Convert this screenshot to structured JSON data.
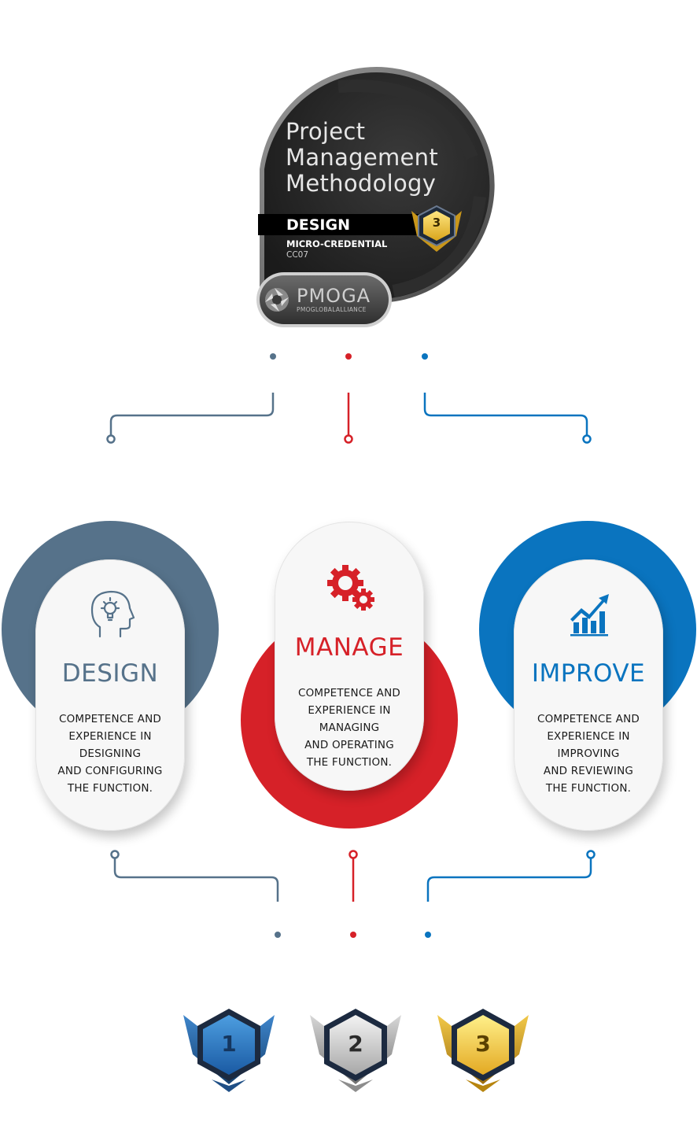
{
  "badge": {
    "title_lines": [
      "Project",
      "Management",
      "Methodology"
    ],
    "level_label": "DESIGN",
    "level_number": "3",
    "credential_type": "MICRO-CREDENTIAL",
    "code": "CC07",
    "org_name": "PMOGA",
    "org_tagline": "PMOGLOBALALLIANCE"
  },
  "colors": {
    "design": "#56728a",
    "manage": "#d62128",
    "improve": "#0a74bf"
  },
  "cards": [
    {
      "id": "design",
      "icon": "head-lightbulb-icon",
      "title": "DESIGN",
      "lines": [
        "COMPETENCE AND",
        "EXPERIENCE IN",
        "DESIGNING",
        "AND CONFIGURING",
        "THE FUNCTION."
      ]
    },
    {
      "id": "manage",
      "icon": "gears-icon",
      "title": "MANAGE",
      "lines": [
        "COMPETENCE AND",
        "EXPERIENCE IN",
        "MANAGING",
        "AND OPERATING",
        "THE FUNCTION."
      ]
    },
    {
      "id": "improve",
      "icon": "growth-chart-icon",
      "title": "IMPROVE",
      "lines": [
        "COMPETENCE AND",
        "EXPERIENCE IN",
        "IMPROVING",
        "AND REVIEWING",
        "THE FUNCTION."
      ]
    }
  ],
  "medals": [
    {
      "level": "1",
      "tier": "blue"
    },
    {
      "level": "2",
      "tier": "silver"
    },
    {
      "level": "3",
      "tier": "gold"
    }
  ]
}
